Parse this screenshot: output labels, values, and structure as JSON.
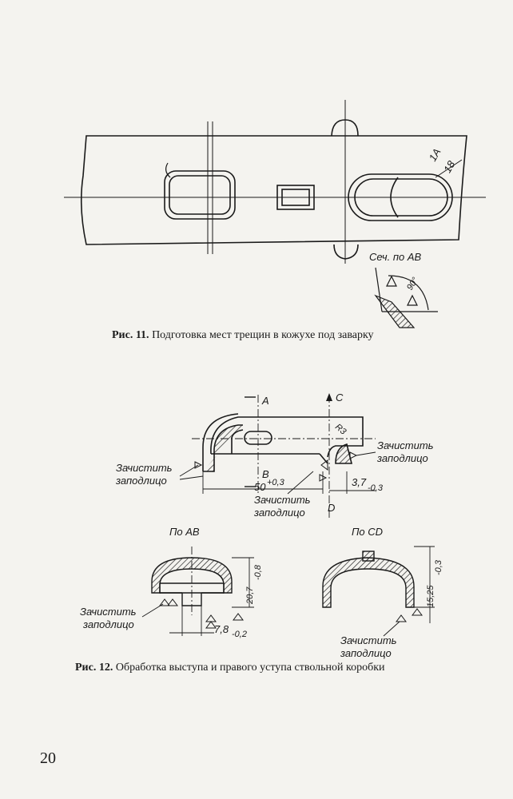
{
  "figure11": {
    "caption_num": "Рис. 11.",
    "caption_text": "Подготовка мест трещин в кожухе под заварку",
    "labels": {
      "weld_top": "1А",
      "weld_bottom": "18",
      "section": "Сеч. по АВ",
      "angle": "90°"
    }
  },
  "figure12": {
    "caption_num": "Рис. 12.",
    "caption_text": "Обработка выступа и правого уступа ствольной коробки",
    "labels": {
      "cut_a": "A",
      "cut_b": "B",
      "cut_c": "C",
      "cut_d": "D",
      "radius": "R3",
      "clean_flush": "Зачистить",
      "clean_flush_2": "заподлицо",
      "dim_50": "50",
      "dim_50_tol": "+0,3",
      "dim_37": "3,7",
      "dim_37_tol": "-0,3",
      "view_ab": "По АВ",
      "view_cd": "По СD",
      "dim_207": "20,7",
      "dim_207_tol": "-0,8",
      "dim_78": "7,8",
      "dim_78_tol": "-0,2",
      "dim_1525": "15,25",
      "dim_1525_tol": "-0,3"
    }
  },
  "page_number": "20"
}
